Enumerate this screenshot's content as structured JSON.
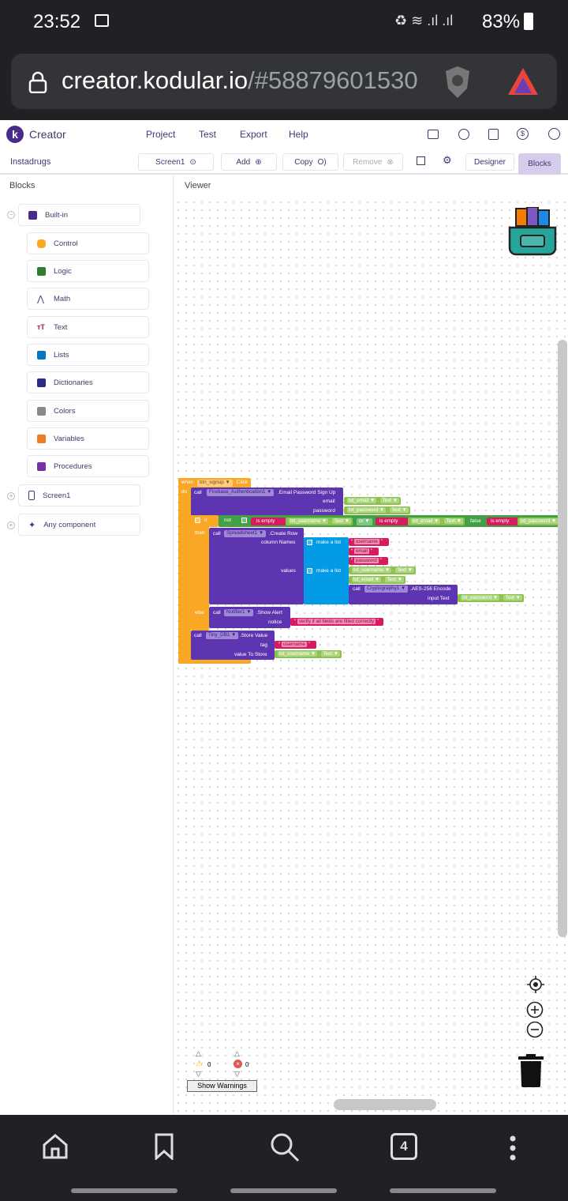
{
  "status_bar": {
    "time": "23:52",
    "battery": "83%"
  },
  "browser": {
    "url_host": "creator.kodular.io",
    "url_hash": "/#58879601530",
    "tab_count": "4"
  },
  "app": {
    "brand": "Creator",
    "menu": [
      "Project",
      "Test",
      "Export",
      "Help"
    ],
    "project_name": "Instadrugs",
    "screen_select": "Screen1",
    "add_label": "Add",
    "copy_label": "Copy",
    "remove_label": "Remove",
    "designer_label": "Designer",
    "blocks_label": "Blocks",
    "blocks_panel_title": "Blocks",
    "viewer_title": "Viewer"
  },
  "sidebar": {
    "builtin": "Built-in",
    "items": [
      "Control",
      "Logic",
      "Math",
      "Text",
      "Lists",
      "Dictionaries",
      "Colors",
      "Variables",
      "Procedures"
    ],
    "screen": "Screen1",
    "any_component": "Any component"
  },
  "colors": {
    "control": "#f9a825",
    "component": "#5e35b1",
    "logic": "#43a047",
    "getter": "#8bc34a",
    "text": "#d81b60",
    "list": "#039be5",
    "accent": "#6a3fb5"
  },
  "blocks": {
    "event": {
      "when": "when",
      "component": "btn_signup ▼",
      "event": ".Click",
      "do": "do"
    },
    "firebase": {
      "call": "call",
      "component": "Firebase_Authentication1 ▼",
      "method": ".Email Password Sign Up",
      "arg1": "email",
      "arg1_comp": "txt_email ▼",
      "arg2": "password",
      "arg2_comp": "txt_password ▼",
      "prop": "Text ▼"
    },
    "if": {
      "if": "if",
      "then": "then",
      "else": "else",
      "not": "not",
      "is_empty": "is empty",
      "comp1": "txt_username ▼",
      "or": "or ▼",
      "comp2": "txt_email ▼",
      "false": "false",
      "comp3": "txt_password ▼",
      "dot": "."
    },
    "create_row": {
      "call": "call",
      "component": "Spreadsheet1 ▼",
      "method": ".Create Row",
      "arg1": "column Names",
      "arg2": "values",
      "make_list": "make a list",
      "strings": [
        "username",
        "email",
        "password"
      ],
      "val1": "txt_username ▼",
      "val2": "txt_email ▼"
    },
    "crypto": {
      "call": "call",
      "component": "Cryptography1 ▼",
      "method": ".AES-256 Encode",
      "arg": "input Text",
      "comp": "txt_password ▼"
    },
    "notifier": {
      "call": "call",
      "component": "Notifier1 ▼",
      "method": ".Show Alert",
      "arg": "notice",
      "message": "verify if all fields are filled correctly"
    },
    "tinydb": {
      "call": "call",
      "component": "Tiny_DB1 ▼",
      "method": ".Store Value",
      "arg1": "tag",
      "tag": "username",
      "arg2": "value To Store",
      "comp": "txt_username ▼"
    }
  },
  "warnings": {
    "warning_count": "0",
    "error_count": "0",
    "show_warnings": "Show Warnings"
  }
}
